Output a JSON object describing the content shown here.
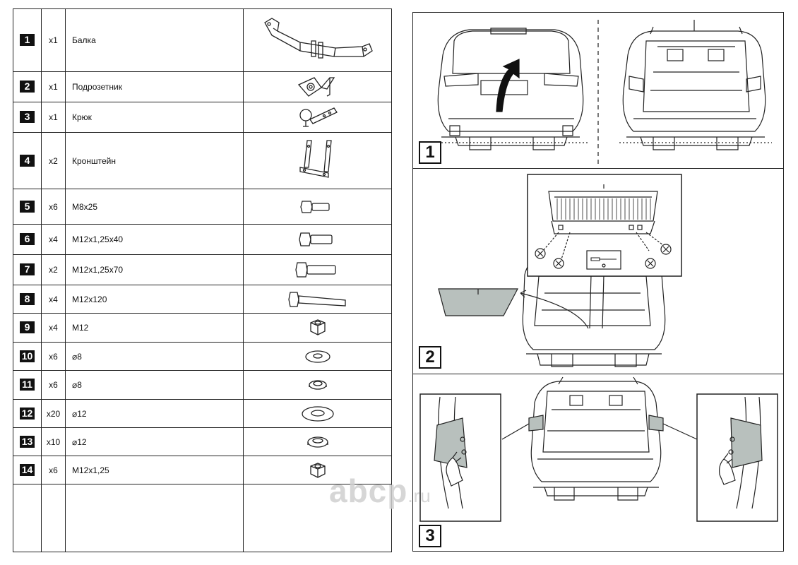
{
  "parts": [
    {
      "num": "1",
      "qty": "x1",
      "name": "Балка",
      "pic": "crossbeam-icon"
    },
    {
      "num": "2",
      "qty": "x1",
      "name": "Подрозетник",
      "pic": "socket-plate-icon"
    },
    {
      "num": "3",
      "qty": "x1",
      "name": "Крюк",
      "pic": "tow-ball-icon"
    },
    {
      "num": "4",
      "qty": "x2",
      "name": "Кронштейн",
      "pic": "bracket-icon"
    },
    {
      "num": "5",
      "qty": "x6",
      "name": "M8x25",
      "pic": "bolt-short-icon"
    },
    {
      "num": "6",
      "qty": "x4",
      "name": "M12x1,25x40",
      "pic": "bolt-medium-icon"
    },
    {
      "num": "7",
      "qty": "x2",
      "name": "M12x1,25x70",
      "pic": "bolt-long-icon"
    },
    {
      "num": "8",
      "qty": "x4",
      "name": "M12x120",
      "pic": "bolt-xlong-icon"
    },
    {
      "num": "9",
      "qty": "x4",
      "name": "M12",
      "pic": "nut-icon"
    },
    {
      "num": "10",
      "qty": "x6",
      "name": "⌀8",
      "pic": "flat-washer-icon"
    },
    {
      "num": "11",
      "qty": "x6",
      "name": "⌀8",
      "pic": "spring-washer-icon"
    },
    {
      "num": "12",
      "qty": "x20",
      "name": "⌀12",
      "pic": "flat-washer-large-icon"
    },
    {
      "num": "13",
      "qty": "x10",
      "name": "⌀12",
      "pic": "spring-washer-large-icon"
    },
    {
      "num": "14",
      "qty": "x6",
      "name": "M12x1,25",
      "pic": "nut-small-icon"
    }
  ],
  "steps": [
    {
      "num": "1"
    },
    {
      "num": "2"
    },
    {
      "num": "3"
    }
  ],
  "watermark": {
    "brand": "abcp",
    "domain": ".ru"
  },
  "colors": {
    "line": "#222222",
    "fill_grey": "#b8c0bd",
    "watermark": "#cfcfcf"
  }
}
